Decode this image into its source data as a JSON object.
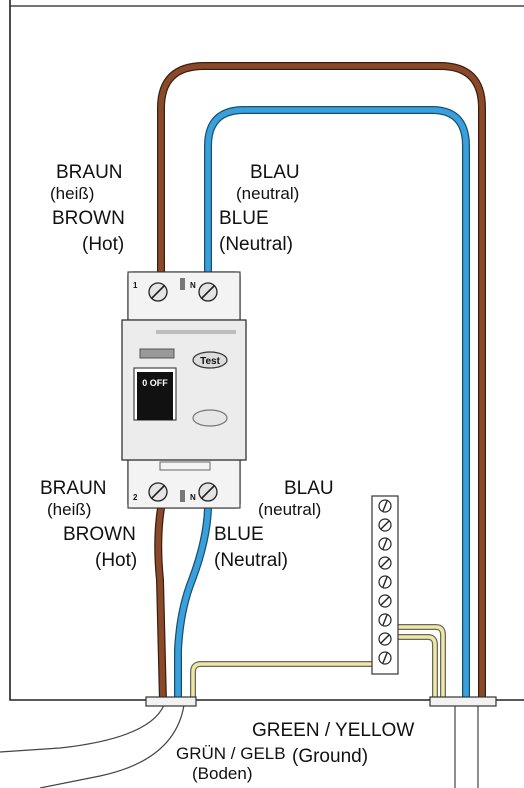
{
  "top_left": {
    "de_color": "BRAUN",
    "de_role": "(heiß)",
    "en_color": "BROWN",
    "en_role": "(Hot)"
  },
  "top_right": {
    "de_color": "BLAU",
    "de_role": "(neutral)",
    "en_color": "BLUE",
    "en_role": "(Neutral)"
  },
  "bottom_left": {
    "de_color": "BRAUN",
    "de_role": "(heiß)",
    "en_color": "BROWN",
    "en_role": "(Hot)"
  },
  "bottom_right": {
    "de_color": "BLAU",
    "de_role": "(neutral)",
    "en_color": "BLUE",
    "en_role": "(Neutral)"
  },
  "ground": {
    "en": "GREEN / YELLOW",
    "en_role": "(Ground)",
    "de": "GRÜN / GELB",
    "de_role": "(Boden)"
  },
  "breaker": {
    "test_label": "Test",
    "switch_label": "0 OFF",
    "terminal_top_1": "1",
    "terminal_top_n": "N",
    "terminal_bottom_2": "2",
    "terminal_bottom_n": "N"
  },
  "colors": {
    "brown": "#8a4a2a",
    "blue": "#3aa0dc",
    "yellow": "#efe6a0",
    "outline": "#333333"
  }
}
